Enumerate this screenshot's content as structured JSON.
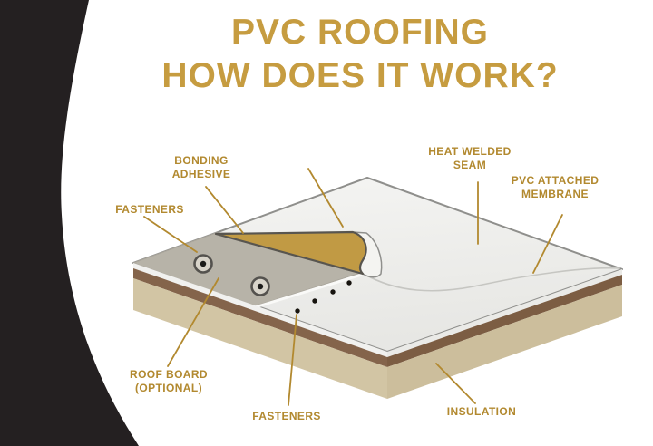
{
  "title": {
    "line1": "PVC ROOFING",
    "line2": "HOW DOES IT WORK?"
  },
  "callouts": {
    "bonding_adhesive": {
      "lines": [
        "BONDING",
        "ADHESIVE"
      ]
    },
    "fasteners_top": {
      "lines": [
        "FASTENERS"
      ]
    },
    "heat_welded_seam": {
      "lines": [
        "HEAT WELDED",
        "SEAM"
      ]
    },
    "pvc_membrane": {
      "lines": [
        "PVC ATTACHED",
        "MEMBRANE"
      ]
    },
    "roof_board": {
      "lines": [
        "ROOF BOARD",
        "(OPTIONAL)"
      ]
    },
    "fasteners_bottom": {
      "lines": [
        "FASTENERS"
      ]
    },
    "insulation": {
      "lines": [
        "INSULATION"
      ]
    }
  },
  "colors": {
    "title_gold": "#C69C40",
    "label_gold": "#B2892F",
    "leader_gold": "#B2892F",
    "membrane_edge": "#F1F1EF",
    "membrane_edge_se": "#EAEAE7",
    "roof_board_gray": "#B7B3A8",
    "adhesive_flap_gold": "#C19A44",
    "brown_layer_sw": "#84644B",
    "brown_layer_se": "#7C5D43",
    "insulation_sw": "#D2C5A4",
    "insulation_se": "#CCBE9C",
    "swoosh_black": "#242021",
    "outline_gray": "#8F8F8C",
    "fastener_black": "#17140F",
    "curl_white": "#F4F4F1"
  }
}
